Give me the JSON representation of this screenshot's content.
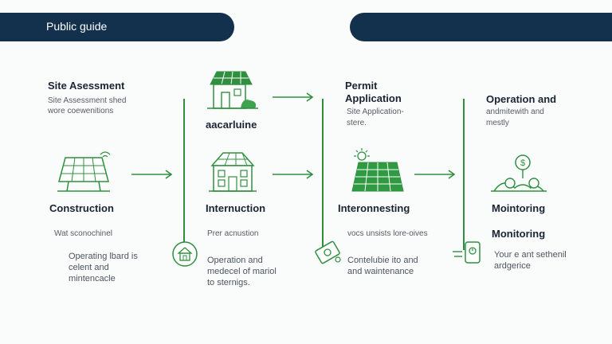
{
  "header": {
    "title": "Public guide"
  },
  "col1": {
    "heading": "Site Asessment",
    "desc1": "Site Assessment shed",
    "desc2": "wore coewenitions",
    "heading2": "Construction",
    "sub": "Wat sconochinel",
    "note1": "Operating lbard is",
    "note2": "celent and",
    "note3": "mintencacle"
  },
  "col2": {
    "heading": "aacarluine",
    "heading2": "Internuction",
    "sub": "Prer acnustion",
    "note1": "Operation and",
    "note2": "medecel of mariol",
    "note3": "to sternigs."
  },
  "col3": {
    "heading1": "Permit",
    "heading2": "Application",
    "desc1": "Site Application-",
    "desc2": "stere.",
    "heading3": "Interonnesting",
    "sub": "vocs unsists lore-oives",
    "note1": "Contelubie ito and",
    "note2": "and waintenance"
  },
  "col4": {
    "heading": "Operation and",
    "desc1": "andmitewith and",
    "desc2": "mestly",
    "heading2": "Mointoring",
    "heading3": "Monitoring",
    "note1": "Your e ant sethenil",
    "note2": "ardgerice"
  },
  "colors": {
    "navy": "#13304d",
    "green": "#2f8f3f"
  },
  "icons": [
    "house-icon",
    "solar-panel-icon",
    "building-icon",
    "solar-panel-sun-icon",
    "money-landscape-icon",
    "document-icon",
    "money-icon",
    "meter-icon"
  ]
}
